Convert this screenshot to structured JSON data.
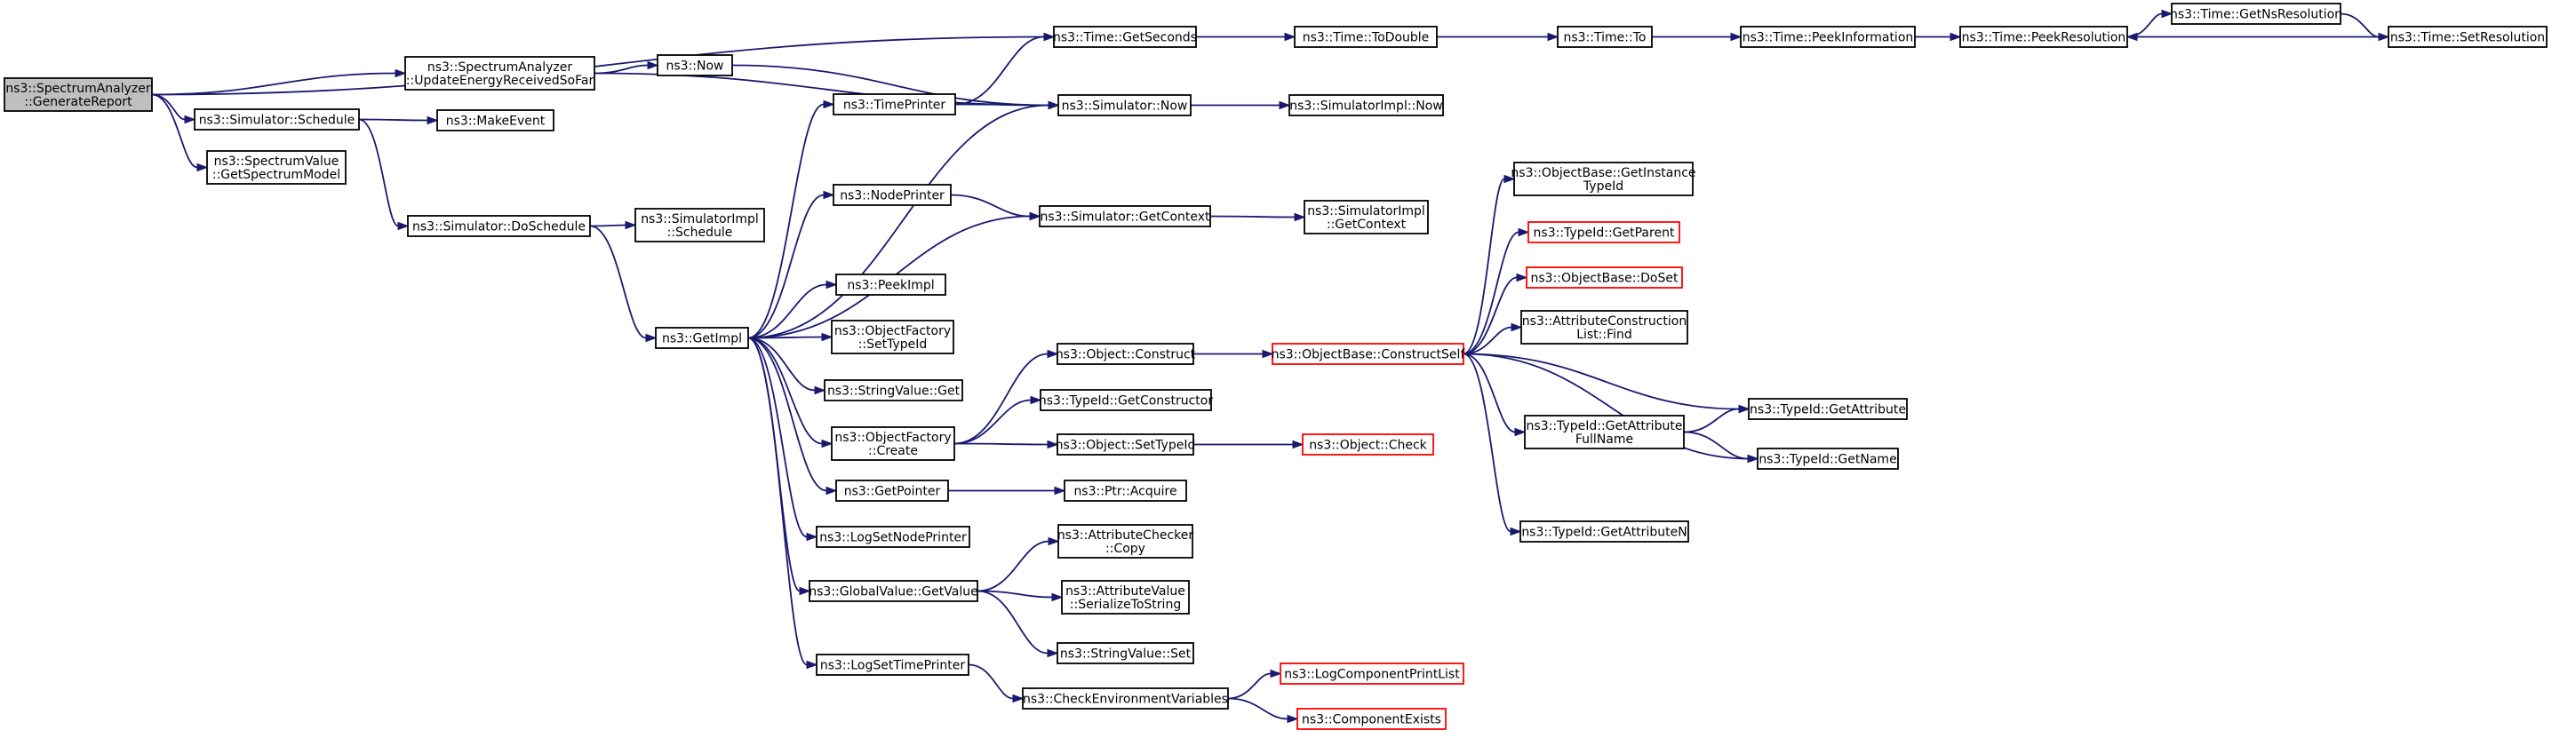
{
  "colors": {
    "edge": "#191970",
    "node_border": "#000000",
    "node_fill": "#ffffff",
    "root_fill": "#bfbfbf",
    "truncated_border": "#ff0000"
  },
  "nodes": [
    {
      "id": "root",
      "lines": [
        "ns3::SpectrumAnalyzer",
        "::GenerateReport"
      ],
      "style": "root"
    },
    {
      "id": "upd",
      "lines": [
        "ns3::SpectrumAnalyzer",
        "::UpdateEnergyReceivedSoFar"
      ],
      "style": "normal"
    },
    {
      "id": "sched",
      "lines": [
        "ns3::Simulator::Schedule"
      ],
      "style": "normal"
    },
    {
      "id": "getspec",
      "lines": [
        "ns3::SpectrumValue",
        "::GetSpectrumModel"
      ],
      "style": "normal"
    },
    {
      "id": "now",
      "lines": [
        "ns3::Now"
      ],
      "style": "normal"
    },
    {
      "id": "makeev",
      "lines": [
        "ns3::MakeEvent"
      ],
      "style": "normal"
    },
    {
      "id": "dosched",
      "lines": [
        "ns3::Simulator::DoSchedule"
      ],
      "style": "normal"
    },
    {
      "id": "implsched",
      "lines": [
        "ns3::SimulatorImpl",
        "::Schedule"
      ],
      "style": "normal"
    },
    {
      "id": "getimpl",
      "lines": [
        "ns3::GetImpl"
      ],
      "style": "normal"
    },
    {
      "id": "timeprn",
      "lines": [
        "ns3::TimePrinter"
      ],
      "style": "normal"
    },
    {
      "id": "nodeprn",
      "lines": [
        "ns3::NodePrinter"
      ],
      "style": "normal"
    },
    {
      "id": "peek",
      "lines": [
        "ns3::PeekImpl"
      ],
      "style": "normal"
    },
    {
      "id": "ofset",
      "lines": [
        "ns3::ObjectFactory",
        "::SetTypeId"
      ],
      "style": "normal"
    },
    {
      "id": "strget",
      "lines": [
        "ns3::StringValue::Get"
      ],
      "style": "normal"
    },
    {
      "id": "ofcreate",
      "lines": [
        "ns3::ObjectFactory",
        "::Create"
      ],
      "style": "normal"
    },
    {
      "id": "getptr",
      "lines": [
        "ns3::GetPointer"
      ],
      "style": "normal"
    },
    {
      "id": "lognode",
      "lines": [
        "ns3::LogSetNodePrinter"
      ],
      "style": "normal"
    },
    {
      "id": "gvget",
      "lines": [
        "ns3::GlobalValue::GetValue"
      ],
      "style": "normal"
    },
    {
      "id": "logtime",
      "lines": [
        "ns3::LogSetTimePrinter"
      ],
      "style": "normal"
    },
    {
      "id": "getsec",
      "lines": [
        "ns3::Time::GetSeconds"
      ],
      "style": "normal"
    },
    {
      "id": "simnow",
      "lines": [
        "ns3::Simulator::Now"
      ],
      "style": "normal"
    },
    {
      "id": "simctx",
      "lines": [
        "ns3::Simulator::GetContext"
      ],
      "style": "normal"
    },
    {
      "id": "objcons",
      "lines": [
        "ns3::Object::Construct"
      ],
      "style": "normal"
    },
    {
      "id": "tidctor",
      "lines": [
        "ns3::TypeId::GetConstructor"
      ],
      "style": "normal"
    },
    {
      "id": "objset",
      "lines": [
        "ns3::Object::SetTypeId"
      ],
      "style": "normal"
    },
    {
      "id": "ptracq",
      "lines": [
        "ns3::Ptr::Acquire"
      ],
      "style": "normal"
    },
    {
      "id": "accopy",
      "lines": [
        "ns3::AttributeChecker",
        "::Copy"
      ],
      "style": "normal"
    },
    {
      "id": "avser",
      "lines": [
        "ns3::AttributeValue",
        "::SerializeToString"
      ],
      "style": "normal"
    },
    {
      "id": "strset",
      "lines": [
        "ns3::StringValue::Set"
      ],
      "style": "normal"
    },
    {
      "id": "checkenv",
      "lines": [
        "ns3::CheckEnvironmentVariables"
      ],
      "style": "normal"
    },
    {
      "id": "todouble",
      "lines": [
        "ns3::Time::ToDouble"
      ],
      "style": "normal"
    },
    {
      "id": "implnow",
      "lines": [
        "ns3::SimulatorImpl::Now"
      ],
      "style": "normal"
    },
    {
      "id": "implctx",
      "lines": [
        "ns3::SimulatorImpl",
        "::GetContext"
      ],
      "style": "normal"
    },
    {
      "id": "conself",
      "lines": [
        "ns3::ObjectBase::ConstructSelf"
      ],
      "style": "truncated"
    },
    {
      "id": "objcheck",
      "lines": [
        "ns3::Object::Check"
      ],
      "style": "truncated"
    },
    {
      "id": "logprint",
      "lines": [
        "ns3::LogComponentPrintList"
      ],
      "style": "truncated"
    },
    {
      "id": "compex",
      "lines": [
        "ns3::ComponentExists"
      ],
      "style": "truncated"
    },
    {
      "id": "timeto",
      "lines": [
        "ns3::Time::To"
      ],
      "style": "normal"
    },
    {
      "id": "getinst",
      "lines": [
        "ns3::ObjectBase::GetInstance",
        "TypeId"
      ],
      "style": "normal"
    },
    {
      "id": "getparent",
      "lines": [
        "ns3::TypeId::GetParent"
      ],
      "style": "truncated"
    },
    {
      "id": "doset",
      "lines": [
        "ns3::ObjectBase::DoSet"
      ],
      "style": "truncated"
    },
    {
      "id": "aclfind",
      "lines": [
        "ns3::AttributeConstruction",
        "List::Find"
      ],
      "style": "normal"
    },
    {
      "id": "gafull",
      "lines": [
        "ns3::TypeId::GetAttribute",
        "FullName"
      ],
      "style": "normal"
    },
    {
      "id": "getattrn",
      "lines": [
        "ns3::TypeId::GetAttributeN"
      ],
      "style": "normal"
    },
    {
      "id": "peekinfo",
      "lines": [
        "ns3::Time::PeekInformation"
      ],
      "style": "normal"
    },
    {
      "id": "getattr",
      "lines": [
        "ns3::TypeId::GetAttribute"
      ],
      "style": "normal"
    },
    {
      "id": "getname",
      "lines": [
        "ns3::TypeId::GetName"
      ],
      "style": "normal"
    },
    {
      "id": "peekres",
      "lines": [
        "ns3::Time::PeekResolution"
      ],
      "style": "normal"
    },
    {
      "id": "getnsres",
      "lines": [
        "ns3::Time::GetNsResolution"
      ],
      "style": "normal"
    },
    {
      "id": "setres",
      "lines": [
        "ns3::Time::SetResolution"
      ],
      "style": "normal"
    }
  ],
  "edges": [
    [
      "root",
      "getsec"
    ],
    [
      "root",
      "upd"
    ],
    [
      "root",
      "sched"
    ],
    [
      "root",
      "getspec"
    ],
    [
      "upd",
      "now"
    ],
    [
      "upd",
      "simnow"
    ],
    [
      "now",
      "simnow"
    ],
    [
      "sched",
      "makeev"
    ],
    [
      "sched",
      "dosched"
    ],
    [
      "dosched",
      "implsched"
    ],
    [
      "dosched",
      "getimpl"
    ],
    [
      "getimpl",
      "timeprn"
    ],
    [
      "getimpl",
      "simnow"
    ],
    [
      "getimpl",
      "nodeprn"
    ],
    [
      "getimpl",
      "simctx"
    ],
    [
      "getimpl",
      "peek"
    ],
    [
      "getimpl",
      "ofset"
    ],
    [
      "getimpl",
      "strget"
    ],
    [
      "getimpl",
      "ofcreate"
    ],
    [
      "getimpl",
      "getptr"
    ],
    [
      "getimpl",
      "lognode"
    ],
    [
      "getimpl",
      "gvget"
    ],
    [
      "getimpl",
      "logtime"
    ],
    [
      "timeprn",
      "getsec"
    ],
    [
      "timeprn",
      "simnow"
    ],
    [
      "nodeprn",
      "simctx"
    ],
    [
      "simnow",
      "implnow"
    ],
    [
      "simctx",
      "implctx"
    ],
    [
      "getsec",
      "todouble"
    ],
    [
      "todouble",
      "timeto"
    ],
    [
      "timeto",
      "peekinfo"
    ],
    [
      "peekinfo",
      "peekres"
    ],
    [
      "peekres",
      "getnsres"
    ],
    [
      "getnsres",
      "setres"
    ],
    [
      "setres",
      "peekres"
    ],
    [
      "ofcreate",
      "objcons"
    ],
    [
      "ofcreate",
      "tidctor"
    ],
    [
      "ofcreate",
      "objset"
    ],
    [
      "objcons",
      "conself"
    ],
    [
      "objset",
      "objcheck"
    ],
    [
      "getptr",
      "ptracq"
    ],
    [
      "gvget",
      "accopy"
    ],
    [
      "gvget",
      "avser"
    ],
    [
      "gvget",
      "strset"
    ],
    [
      "logtime",
      "checkenv"
    ],
    [
      "checkenv",
      "logprint"
    ],
    [
      "checkenv",
      "compex"
    ],
    [
      "conself",
      "getinst"
    ],
    [
      "conself",
      "getparent"
    ],
    [
      "conself",
      "doset"
    ],
    [
      "conself",
      "aclfind"
    ],
    [
      "conself",
      "getattr"
    ],
    [
      "conself",
      "gafull"
    ],
    [
      "conself",
      "getname"
    ],
    [
      "conself",
      "getattrn"
    ],
    [
      "gafull",
      "getattr"
    ],
    [
      "gafull",
      "getname"
    ]
  ]
}
